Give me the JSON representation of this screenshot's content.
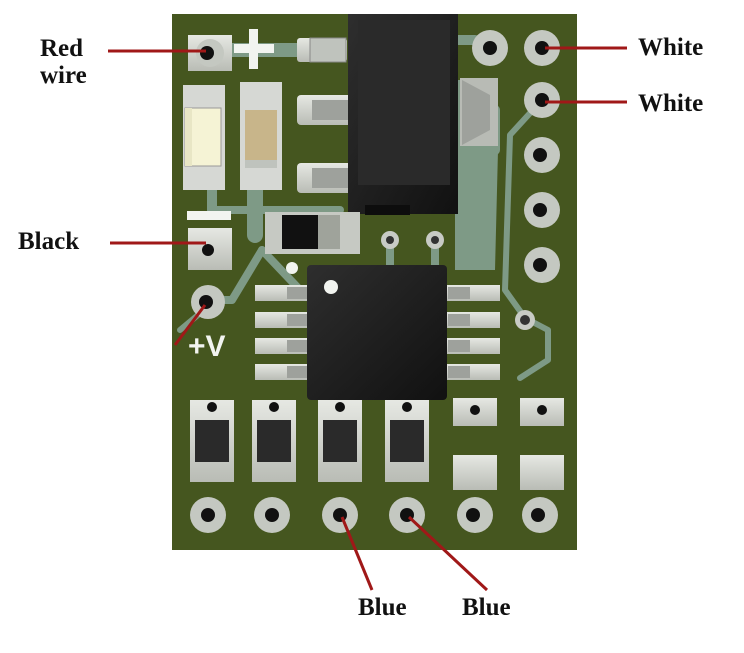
{
  "labels": {
    "red_wire_line1": "Red",
    "red_wire_line2": "wire",
    "black": "Black",
    "white_top": "White",
    "white_second": "White",
    "blue_left": "Blue",
    "blue_right": "Blue"
  },
  "silkscreen": {
    "plus_symbol": "+",
    "minus_symbol": "−",
    "voltage_marking": "+V"
  },
  "colors": {
    "pcb": "#45561f",
    "trace": "#7e9a86",
    "pad": "#d6d8d4",
    "silkscreen": "#f2f4f0",
    "chip": "#1d1d1d",
    "leader_line": "#a01818"
  }
}
